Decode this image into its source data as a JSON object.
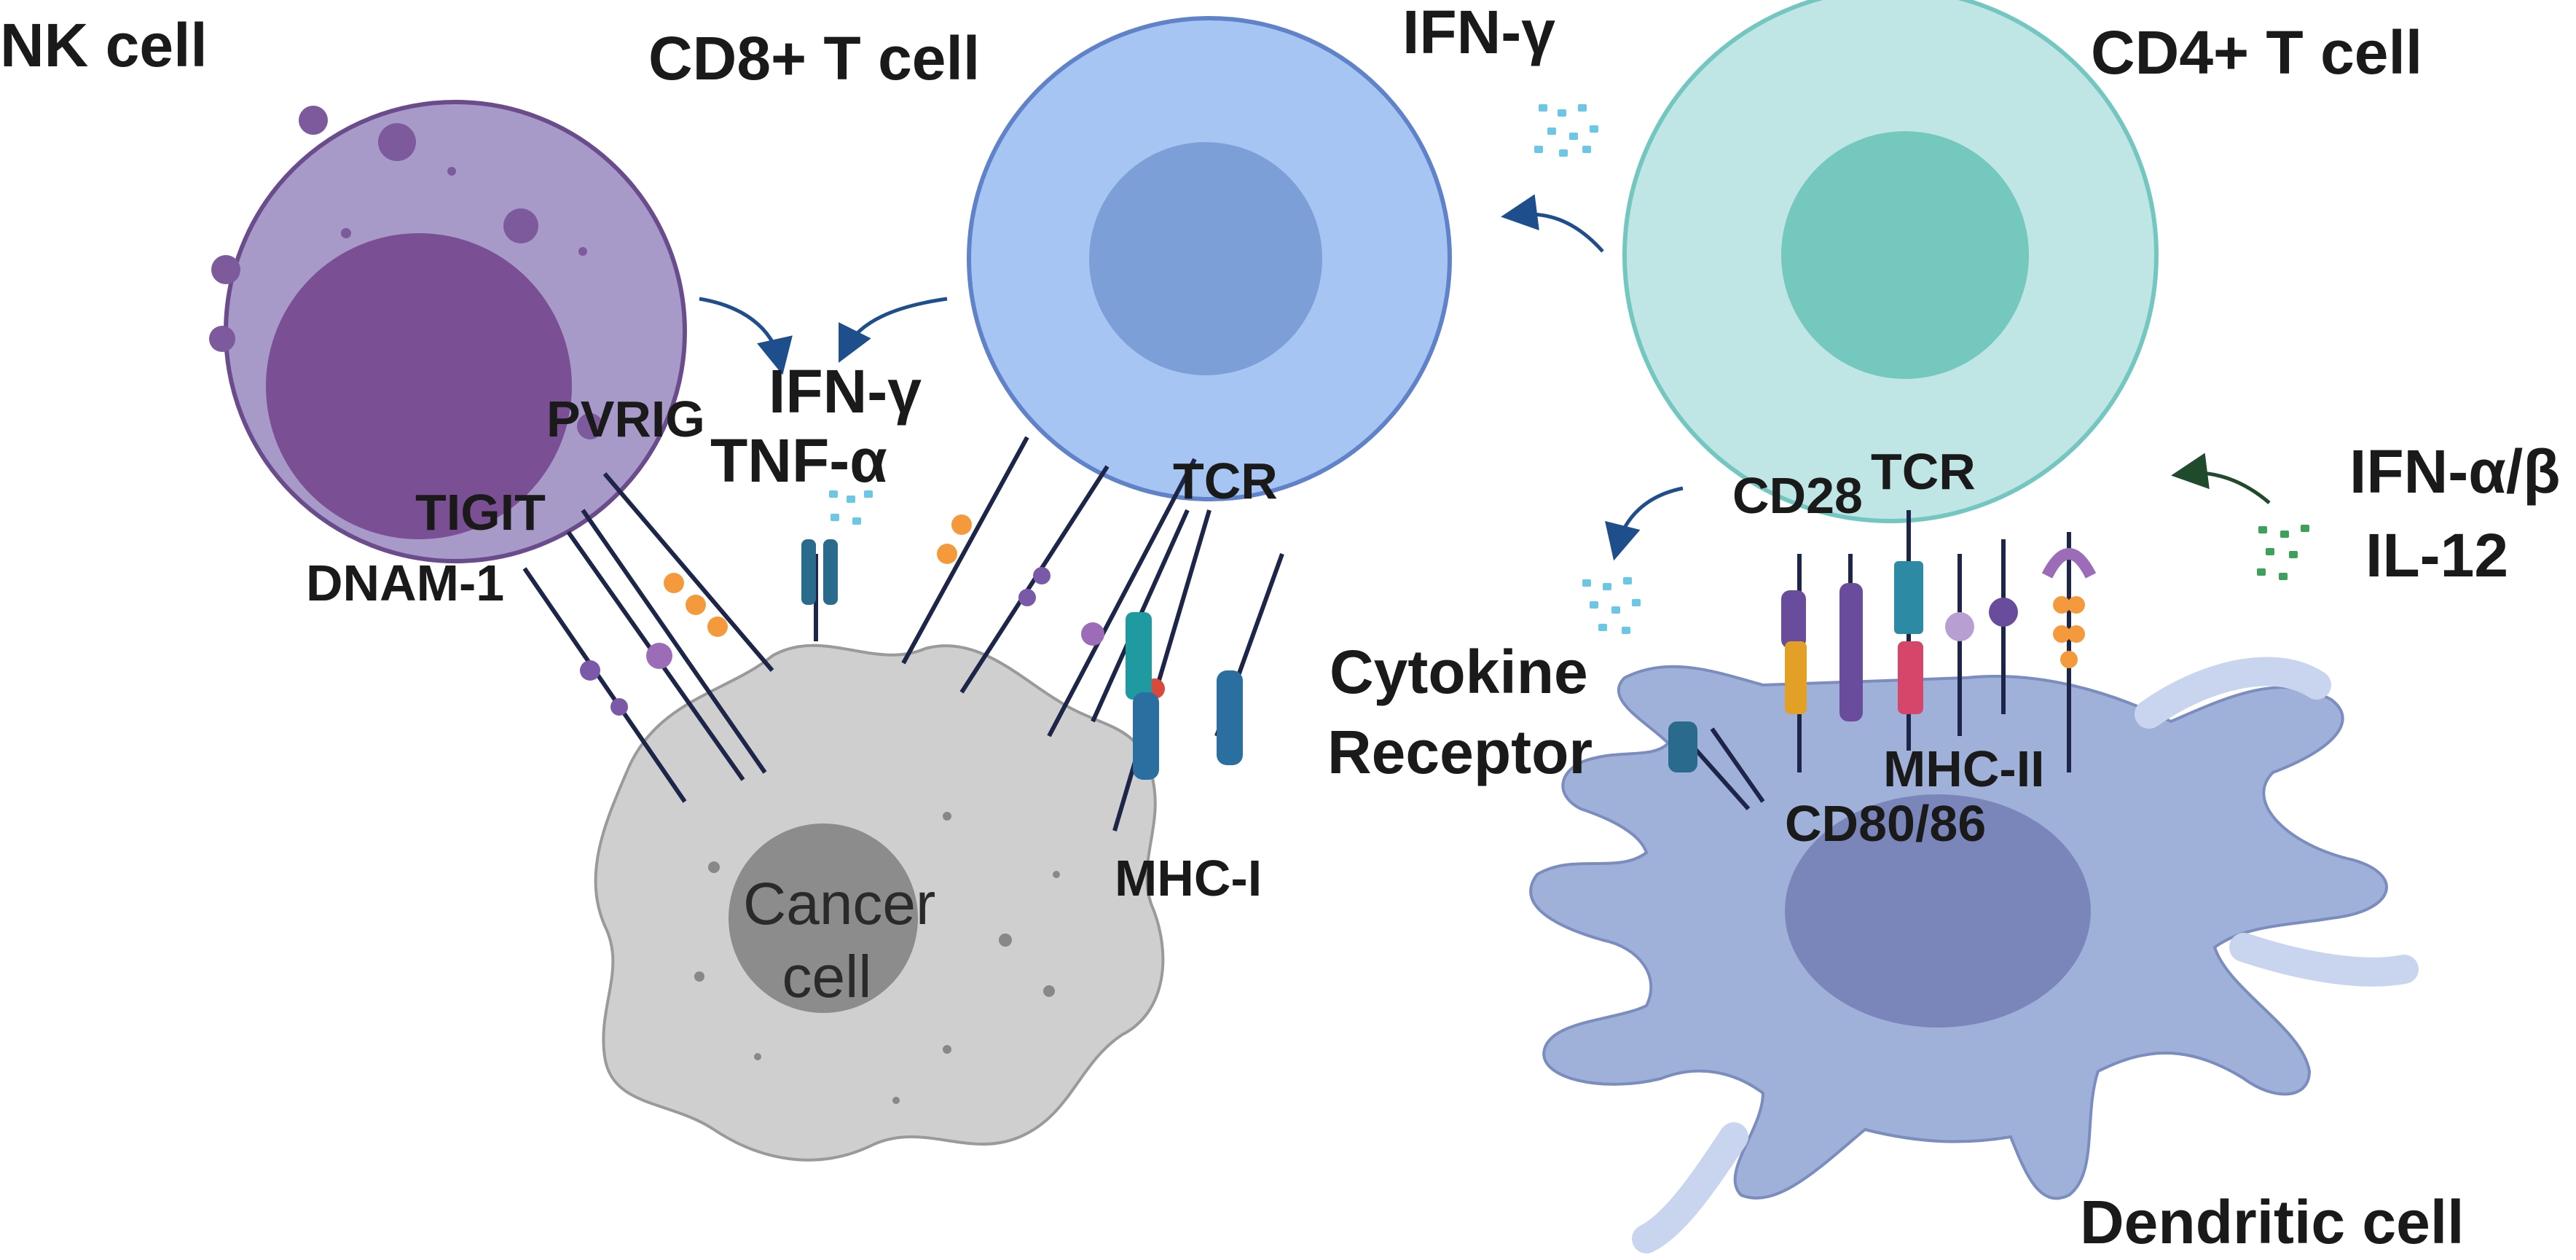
{
  "labels": {
    "nk_cell": "NK cell",
    "cd8_t_cell": "CD8+ T cell",
    "ifn_gamma_top": "IFN-γ",
    "cd4_t_cell": "CD4+ T cell",
    "pvrig": "PVRIG",
    "tigit": "TIGIT",
    "dnam1": "DNAM-1",
    "ifn_gamma_mid": "IFN-γ",
    "tnf_alpha": "TNF-α",
    "tcr_left": "TCR",
    "cd28": "CD28",
    "tcr_right": "TCR",
    "ifn_ab": "IFN-α/β",
    "il12": "IL-12",
    "cytokine": "Cytokine",
    "receptor": "Receptor",
    "mhc_ii": "MHC-II",
    "cd80_86": "CD80/86",
    "mhc_i": "MHC-I",
    "cancer": "Cancer",
    "cell": "cell",
    "dendritic_cell": "Dendritic cell"
  },
  "colors": {
    "nk_outer": "#a79ac9",
    "nk_nucleus": "#7a4f93",
    "cd8_outer": "#a7c5f2",
    "cd8_nucleus": "#7d9fd8",
    "cd4_outer": "#bfe5e5",
    "cd4_nucleus": "#74c8be",
    "cancer_body": "#cfcfcf",
    "cancer_nucleus": "#8c8c8c",
    "dendritic_body": "#9fb0d9",
    "arrow": "#1f4e8c"
  }
}
